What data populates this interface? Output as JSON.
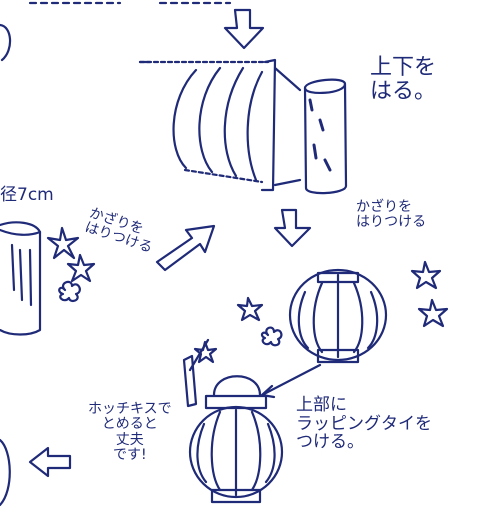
{
  "annotations": {
    "step_top": "上下を\nはる。",
    "step_left_cut": "径7cm",
    "step_left": "かざりを\nはりつける",
    "step_right": "かざりを\nはりつける",
    "step_bottom_right": "上部に\nラッピングタイを\nつける。",
    "step_bottom_left": "ホッチキスで\nとめると\n丈夫\nです!"
  },
  "colors": {
    "ink": "#1f2a78",
    "paper": "#ffffff"
  },
  "icons": [
    "down-arrow-icon",
    "right-up-arrow-icon",
    "down-arrow-icon",
    "left-arrow-icon",
    "star-icon",
    "flower-icon",
    "lantern-icon"
  ]
}
